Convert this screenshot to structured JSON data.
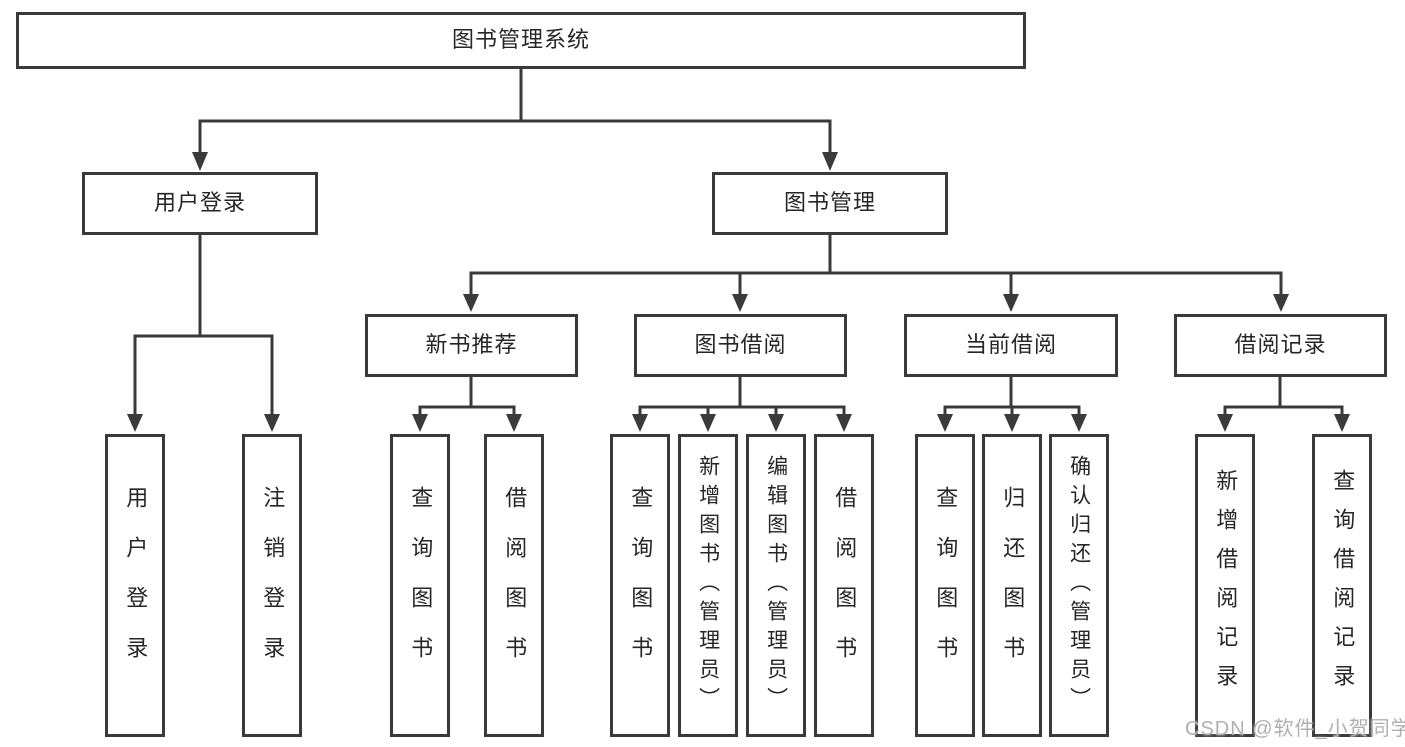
{
  "title": "图书管理系统",
  "tree": {
    "label": "图书管理系统",
    "children": [
      {
        "label": "用户登录",
        "children": [
          {
            "label": "用户登录"
          },
          {
            "label": "注销登录"
          }
        ]
      },
      {
        "label": "图书管理",
        "children": [
          {
            "label": "新书推荐",
            "children": [
              {
                "label": "查询图书"
              },
              {
                "label": "借阅图书"
              }
            ]
          },
          {
            "label": "图书借阅",
            "children": [
              {
                "label": "查询图书"
              },
              {
                "label": "新增图书（管理员）"
              },
              {
                "label": "编辑图书（管理员）"
              },
              {
                "label": "借阅图书"
              }
            ]
          },
          {
            "label": "当前借阅",
            "children": [
              {
                "label": "查询图书"
              },
              {
                "label": "归还图书"
              },
              {
                "label": "确认归还（管理员）"
              }
            ]
          },
          {
            "label": "借阅记录",
            "children": [
              {
                "label": "新增借阅记录"
              },
              {
                "label": "查询借阅记录"
              }
            ]
          }
        ]
      }
    ]
  },
  "watermark": "CSDN @软件_小贺同学",
  "colors": {
    "line": "#3a3a3a",
    "text": "#262626",
    "box_background": "#ffffff",
    "watermark": "#b0b0b0"
  }
}
